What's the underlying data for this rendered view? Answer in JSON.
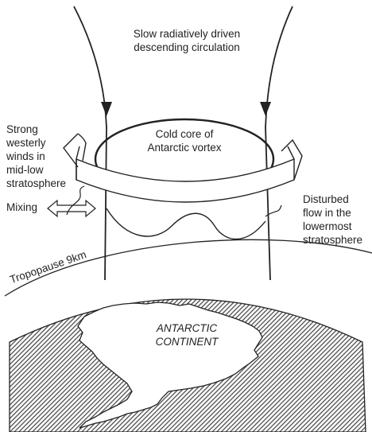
{
  "labels": {
    "descending_circulation": [
      "Slow radiatively driven",
      "descending circulation"
    ],
    "cold_core": [
      "Cold core of",
      "Antarctic vortex"
    ],
    "westerly_winds": [
      "Strong",
      "westerly",
      "winds in",
      "mid-low",
      "stratosphere"
    ],
    "mixing": "Mixing",
    "disturbed_flow": [
      "Disturbed",
      "flow in the",
      "lowermost",
      "stratosphere"
    ],
    "tropopause": "Tropopause 9km",
    "continent": [
      "ANTARCTIC",
      "CONTINENT"
    ]
  },
  "colors": {
    "line": "#222222",
    "earth_hatch": "#4d4d4d",
    "continent_fill": "#ffffff",
    "background": "#ffffff"
  }
}
